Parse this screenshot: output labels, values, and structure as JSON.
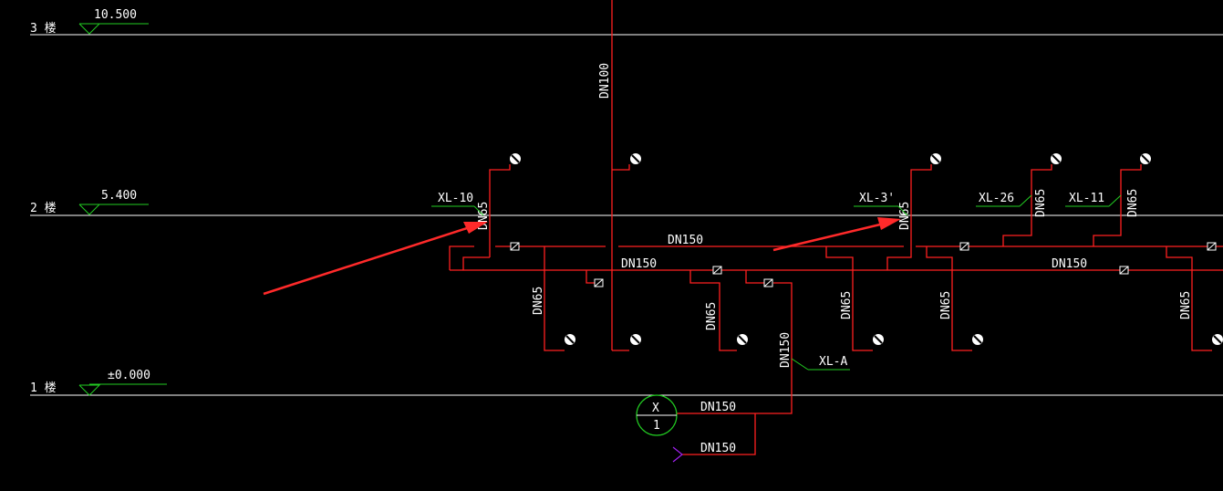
{
  "floors": [
    {
      "label": "3 楼",
      "elevation": "10.500"
    },
    {
      "label": "2 楼",
      "elevation": "5.400"
    },
    {
      "label": "1 楼",
      "elevation": "±0.000"
    }
  ],
  "pipe_labels": {
    "main_riser": "DN100",
    "upper_main": "DN150",
    "lower_main_left": "DN150",
    "lower_main_right": "DN150",
    "branch_xl10": "DN65",
    "branch_xl3": "DN65",
    "branch_xl26": "DN65",
    "branch_xl11": "DN65",
    "drop_1": "DN65",
    "drop_2": "DN65",
    "drop_3": "DN65",
    "drop_4": "DN65",
    "drop_5": "DN65",
    "riser_xla": "DN150",
    "inlet_upper": "DN150",
    "inlet_lower": "DN150"
  },
  "risers": {
    "xl10": "XL-10",
    "xl3": "XL-3'",
    "xl26": "XL-26",
    "xl11": "XL-11",
    "xla": "XL-A"
  },
  "inlet_symbol": {
    "top": "X",
    "bottom": "1"
  },
  "colors": {
    "background": "#000000",
    "pipe": "#ff2020",
    "floor_line": "#ffffff",
    "leader": "#22cc22",
    "arrow": "#ff2a2a",
    "text": "#ffffff"
  }
}
